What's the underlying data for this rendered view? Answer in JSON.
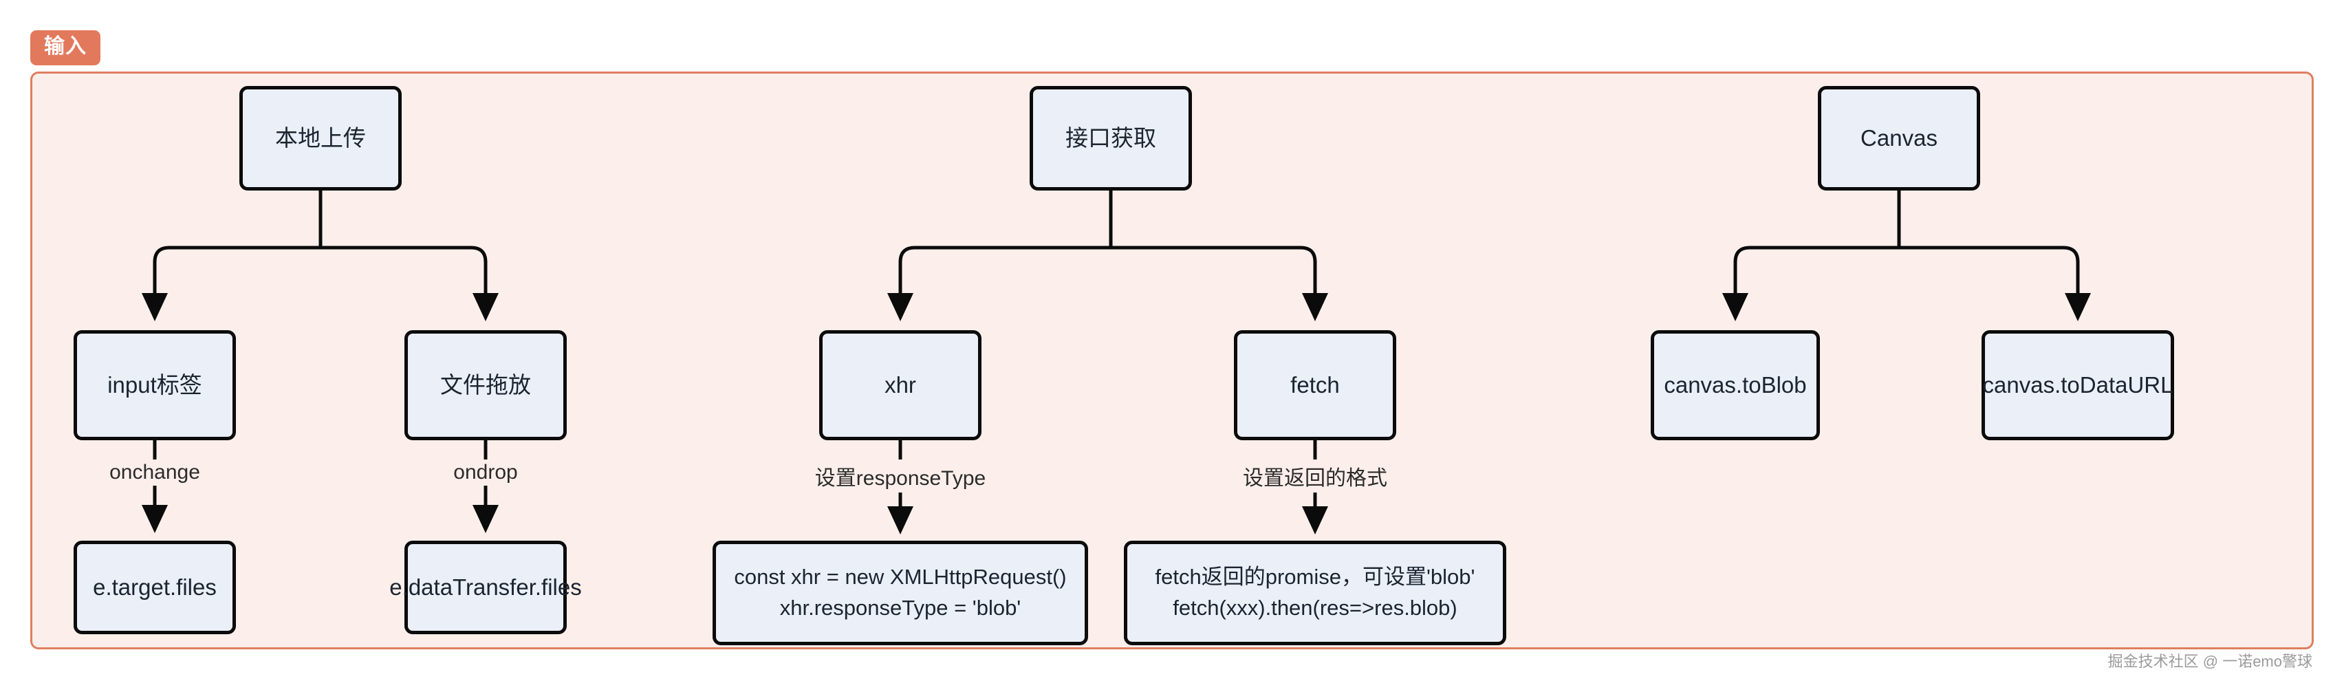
{
  "badge": {
    "label": "输入"
  },
  "watermark": {
    "text": "掘金技术社区 @ 一诺emo警球"
  },
  "colors": {
    "badge_bg": "#e2795c",
    "cluster_bg": "#fcefeb",
    "cluster_border": "#dd7f61",
    "node_fill": "#eaeff8",
    "node_stroke": "#0b0b0b",
    "text": "#1c2430",
    "watermark": "#9b9b9b"
  },
  "diagram": {
    "type": "flowchart",
    "direction": "top-down",
    "nodes": [
      {
        "id": "local-upload",
        "label": "本地上传",
        "row": 1,
        "branch": "local"
      },
      {
        "id": "api-fetch",
        "label": "接口获取",
        "row": 1,
        "branch": "api"
      },
      {
        "id": "canvas",
        "label": "Canvas",
        "row": 1,
        "branch": "canvas"
      },
      {
        "id": "input-tag",
        "label": "input标签",
        "row": 2,
        "branch": "local"
      },
      {
        "id": "file-drop",
        "label": "文件拖放",
        "row": 2,
        "branch": "local"
      },
      {
        "id": "xhr",
        "label": "xhr",
        "row": 2,
        "branch": "api"
      },
      {
        "id": "fetch",
        "label": "fetch",
        "row": 2,
        "branch": "api"
      },
      {
        "id": "canvas-toblob",
        "label": "canvas.toBlob",
        "row": 2,
        "branch": "canvas"
      },
      {
        "id": "canvas-todataurl",
        "label": "canvas.toDataURL",
        "row": 2,
        "branch": "canvas"
      },
      {
        "id": "target-files",
        "label": "e.target.files",
        "row": 3,
        "branch": "local"
      },
      {
        "id": "datatransfer-files",
        "label": "e.dataTransfer.files",
        "row": 3,
        "branch": "local"
      },
      {
        "id": "xhr-code",
        "label": "const xhr = new XMLHttpRequest()\nxhr.responseType = 'blob'",
        "row": 3,
        "branch": "api"
      },
      {
        "id": "fetch-code",
        "label": "fetch返回的promise，可设置'blob'\nfetch(xxx).then(res=>res.blob)",
        "row": 3,
        "branch": "api"
      }
    ],
    "edges": [
      {
        "from": "local-upload",
        "to": "input-tag",
        "label": ""
      },
      {
        "from": "local-upload",
        "to": "file-drop",
        "label": ""
      },
      {
        "from": "api-fetch",
        "to": "xhr",
        "label": ""
      },
      {
        "from": "api-fetch",
        "to": "fetch",
        "label": ""
      },
      {
        "from": "canvas",
        "to": "canvas-toblob",
        "label": ""
      },
      {
        "from": "canvas",
        "to": "canvas-todataurl",
        "label": ""
      },
      {
        "from": "input-tag",
        "to": "target-files",
        "label": "onchange"
      },
      {
        "from": "file-drop",
        "to": "datatransfer-files",
        "label": "ondrop"
      },
      {
        "from": "xhr",
        "to": "xhr-code",
        "label": "设置responseType"
      },
      {
        "from": "fetch",
        "to": "fetch-code",
        "label": "设置返回的格式"
      }
    ]
  }
}
